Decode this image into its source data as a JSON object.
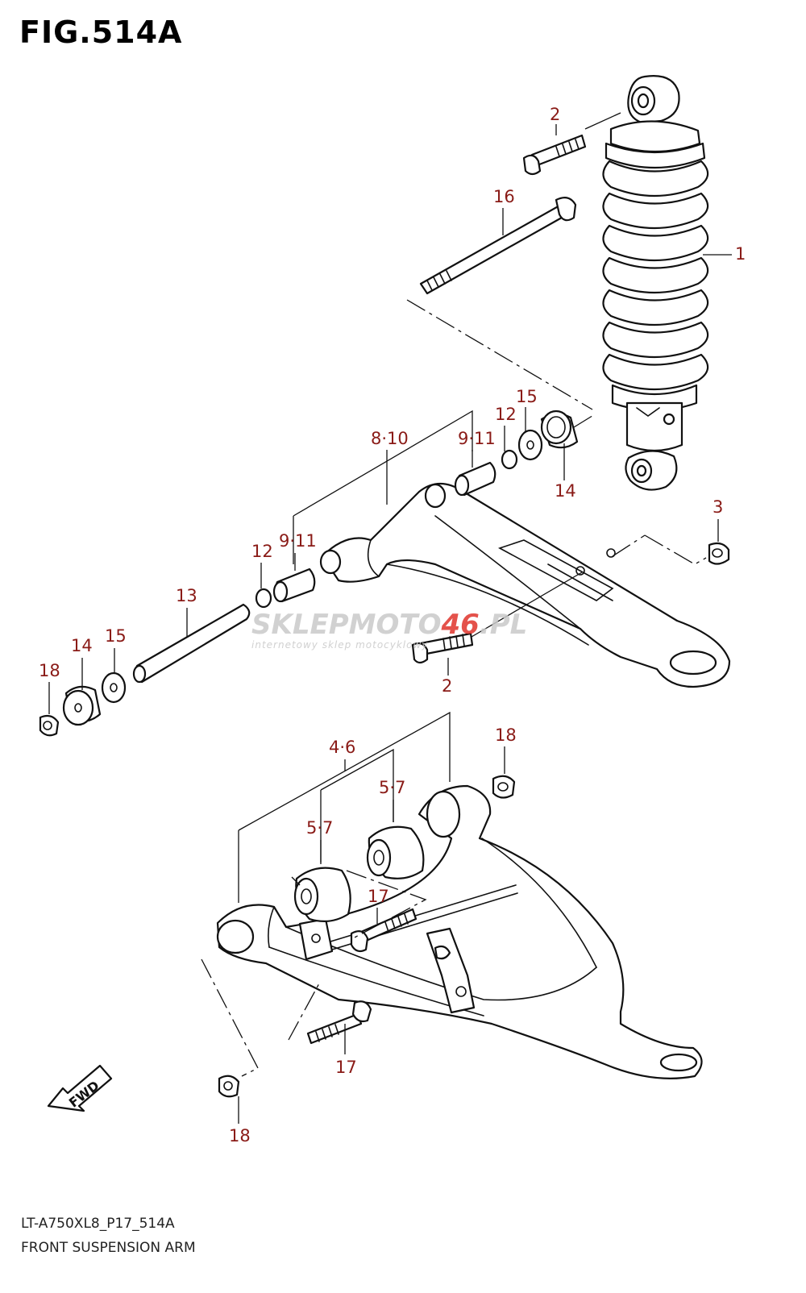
{
  "figure": {
    "title": "FIG.514A",
    "model_code": "LT-A750XL8_P17_514A",
    "name": "FRONT SUSPENSION ARM"
  },
  "watermark": {
    "brand_part1": "SKLEPMOTO",
    "brand_part2": "46",
    "brand_part3": ".PL",
    "tagline": "internetowy sklep motocyklowy"
  },
  "direction_marker": {
    "label": "FWD",
    "icon": "forward-arrow-icon"
  },
  "callouts": {
    "c1": "1",
    "c2_top": "2",
    "c2_mid": "2",
    "c3": "3",
    "c4_6": "4·6",
    "c5_7_right": "5·7",
    "c5_7_left": "5·7",
    "c8_10": "8·10",
    "c9_11_right": "9·11",
    "c9_11_left": "9·11",
    "c12_right": "12",
    "c12_left": "12",
    "c13": "13",
    "c14_right": "14",
    "c14_left": "14",
    "c15_right": "15",
    "c15_left": "15",
    "c16": "16",
    "c17_top": "17",
    "c17_bottom": "17",
    "c18_left": "18",
    "c18_right": "18",
    "c18_bottom": "18"
  },
  "colors": {
    "callout": "#8a1b17",
    "line": "#111111",
    "watermark_gray": "#c9c9c9",
    "watermark_red": "#e0342c"
  }
}
